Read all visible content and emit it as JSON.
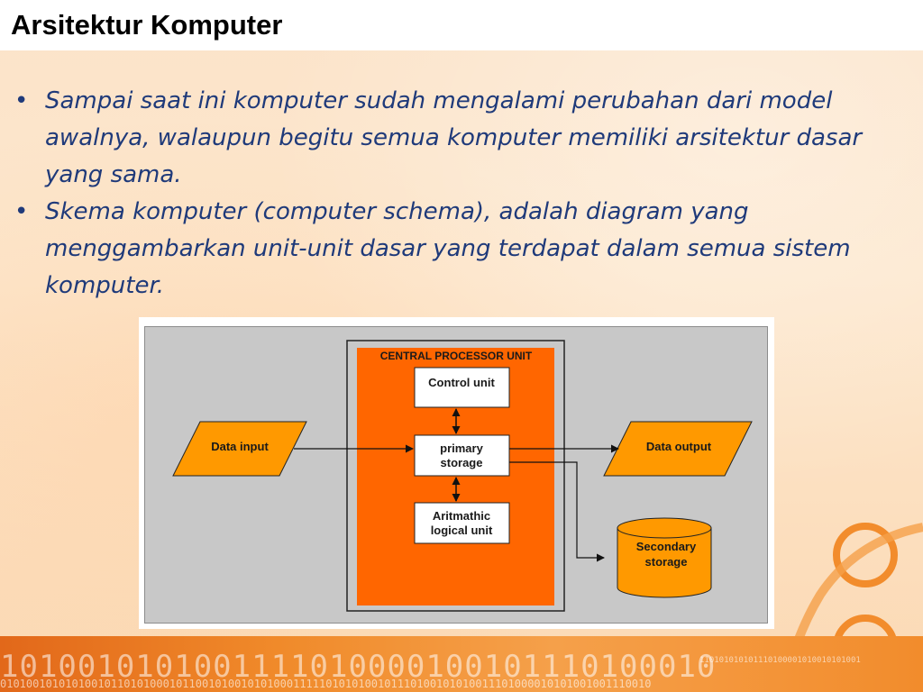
{
  "slide": {
    "title": "Arsitektur Komputer",
    "bullets": [
      "Sampai saat ini komputer sudah mengalami perubahan dari model awalnya, walaupun begitu semua komputer memiliki arsitektur dasar yang sama.",
      "Skema komputer  (computer schema), adalah diagram yang menggambarkan unit-unit dasar yang terdapat dalam semua sistem komputer."
    ],
    "bullet_symbol": "•"
  },
  "diagram": {
    "cpu_label": "CENTRAL PROCESSOR UNIT",
    "control_unit": "Control unit",
    "primary_storage": [
      "primary",
      "storage"
    ],
    "alu": [
      "Aritmathic",
      "logical unit"
    ],
    "data_input": "Data input",
    "data_output": "Data output",
    "secondary_storage": [
      "Secondary",
      "storage"
    ]
  },
  "footer": {
    "binary_big": "1010010101001111010000100101110100010",
    "binary_small": "0101001010101001011010100010110010100101010001111101010100101110100101010011101000010101001001110010",
    "binary_right": "110101010101110100001010010101001"
  },
  "colors": {
    "cpu_orange": "#ff6600",
    "shape_orange": "#ff9900",
    "bullet_text": "#1f3a7a",
    "diagram_bg": "#c8c8c8"
  }
}
